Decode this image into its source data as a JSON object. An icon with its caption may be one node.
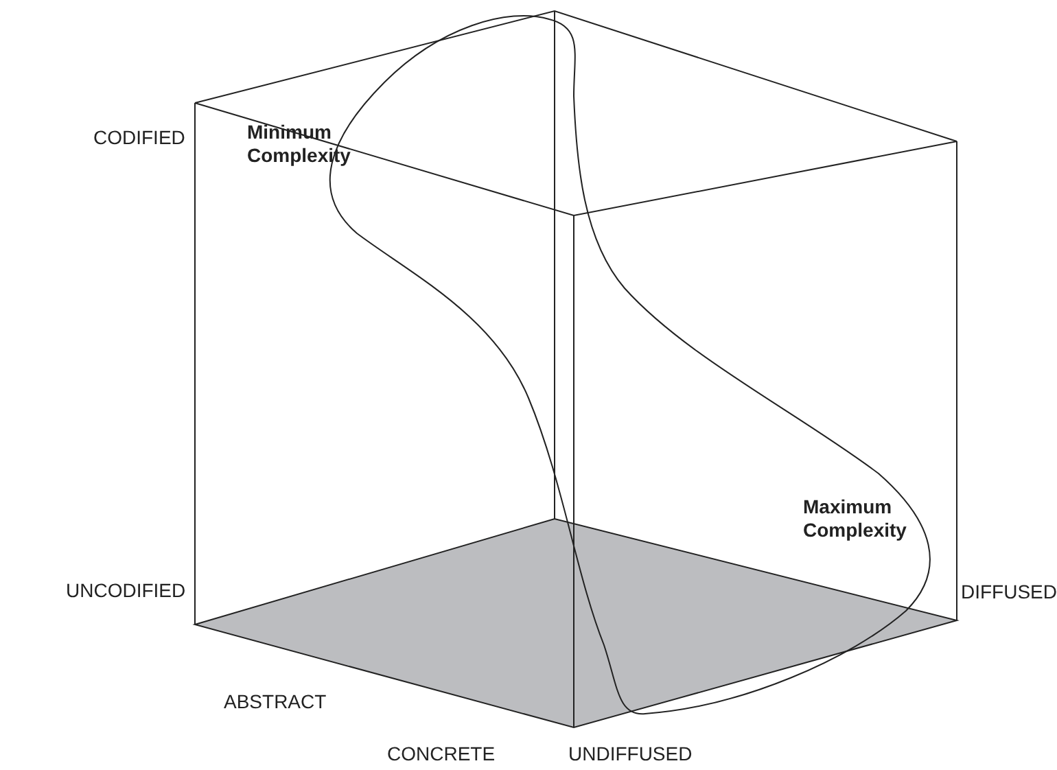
{
  "diagram": {
    "labels": [
      "CODIFIED",
      "Minimum Complexity",
      "UNCODIFIED",
      "Maximum Complexity",
      "DIFFUSED",
      "ABSTRACT",
      "CONCRETE",
      "UNDIFFUSED"
    ]
  }
}
